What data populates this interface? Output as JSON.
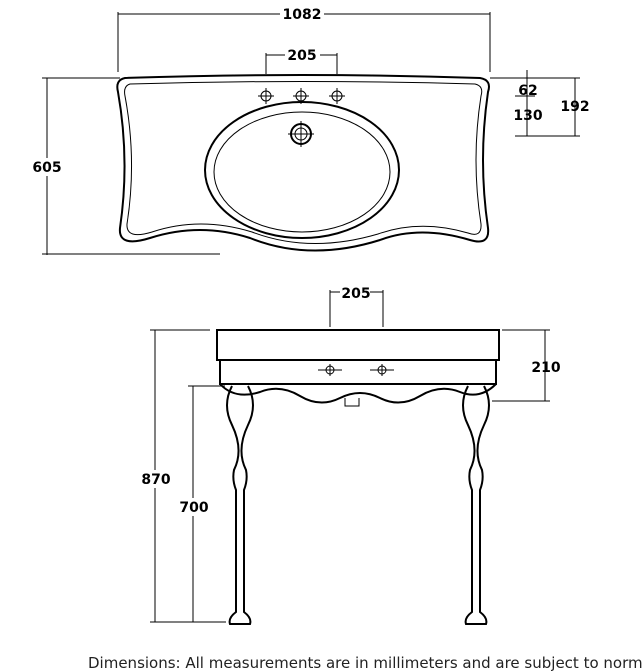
{
  "dimensions": {
    "top_width": "1082",
    "tap_spacing_top": "205",
    "depth": "605",
    "tap_offset": "62",
    "waste_offset": "130",
    "total_offset": "192",
    "tap_spacing_front": "205",
    "basin_height": "210",
    "total_height": "870",
    "leg_height": "700"
  },
  "caption": "Dimensions: All measurements are in millimeters and are subject to normal"
}
